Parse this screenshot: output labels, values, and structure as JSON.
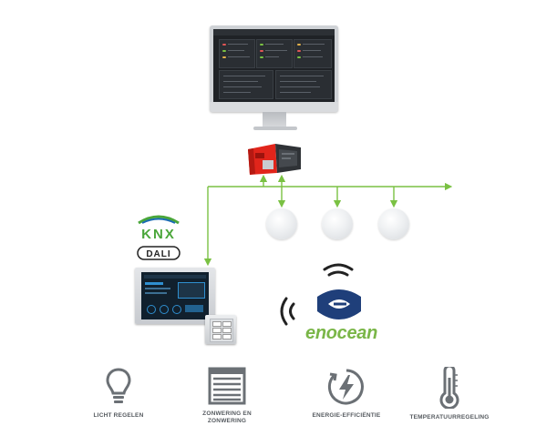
{
  "logos": {
    "knx": "KNX",
    "dali": "DALI",
    "enocean": "enocean"
  },
  "features": [
    {
      "label": "LICHT REGELEN",
      "icon": "lightbulb-icon"
    },
    {
      "label": "ZONWERING EN\nZONWERING",
      "icon": "shutter-icon"
    },
    {
      "label": "ENERGIE-EFFICIËNTIE",
      "icon": "energy-bolt-icon"
    },
    {
      "label": "TEMPERATUURREGELING",
      "icon": "thermometer-icon"
    }
  ],
  "colors": {
    "wire": "#7ac143",
    "enocean": "#7ab648",
    "enocean_badge": "#1f3f7a",
    "controller_red": "#e1251b",
    "icon_gray": "#6b7075",
    "knx_green": "#4aa63a",
    "knx_blue": "#1a6cb4"
  }
}
